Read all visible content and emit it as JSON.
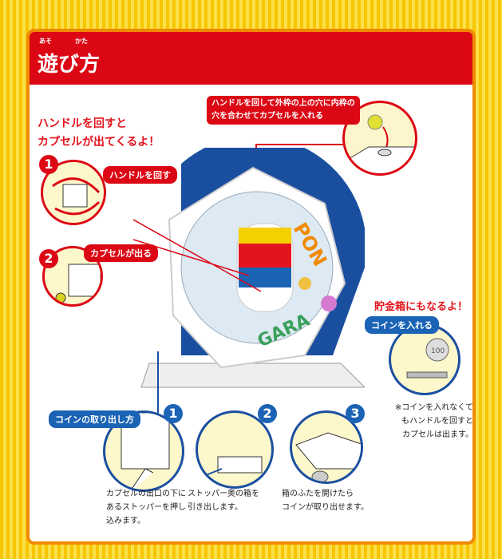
{
  "header": {
    "title": "遊び方",
    "ruby": [
      "あそ",
      "かた"
    ]
  },
  "intro": {
    "line1": "ハンドルを回すと",
    "line2": "カプセルが出てくるよ！"
  },
  "steps_left": [
    {
      "num": "1",
      "label": "ハンドルを回す"
    },
    {
      "num": "2",
      "label": "カプセルが出る"
    }
  ],
  "insert_note": {
    "line1": "ハンドルを回して外枠の上の穴に内枠の",
    "line2": "穴を合わせてカプセルを入れる"
  },
  "product": {
    "text1": "PON",
    "text2": "GARA"
  },
  "bank": {
    "title": "貯金箱にもなるよ！",
    "label": "コインを入れる",
    "coin": "100",
    "note": [
      "※コインを入れなくて",
      "もハンドルを回すと",
      "カプセルは出ます。"
    ]
  },
  "coin_removal": {
    "label": "コインの取り出し方",
    "steps": [
      {
        "num": "1",
        "text": [
          "カプセルの出口の下に",
          "あるストッパーを押し",
          "込みます。"
        ]
      },
      {
        "num": "2",
        "text": [
          "ストッパー奥の箱を",
          "引き出します。"
        ]
      },
      {
        "num": "3",
        "text": [
          "箱のふたを開けたら",
          "コインが取り出せます。"
        ]
      }
    ]
  },
  "colors": {
    "red": "#dc0714",
    "blue": "#1a4fa0",
    "orange": "#f08a00",
    "yellow": "#f7c600"
  }
}
